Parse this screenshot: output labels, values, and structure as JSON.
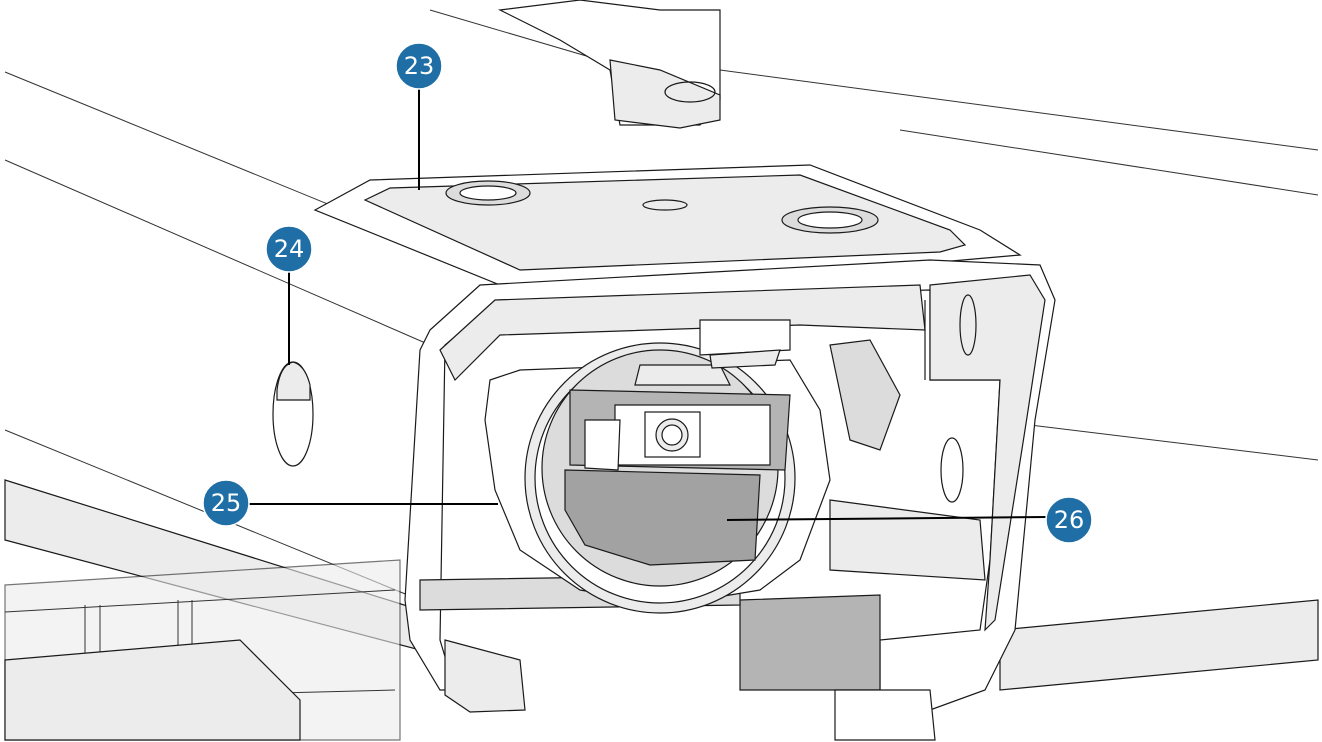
{
  "callouts": [
    {
      "id": "23",
      "label": "23"
    },
    {
      "id": "24",
      "label": "24"
    },
    {
      "id": "25",
      "label": "25"
    },
    {
      "id": "26",
      "label": "26"
    }
  ],
  "colors": {
    "callout_fill": "#1f6fa6",
    "callout_text": "#ffffff",
    "leader_line": "#000000",
    "background": "#ffffff"
  }
}
